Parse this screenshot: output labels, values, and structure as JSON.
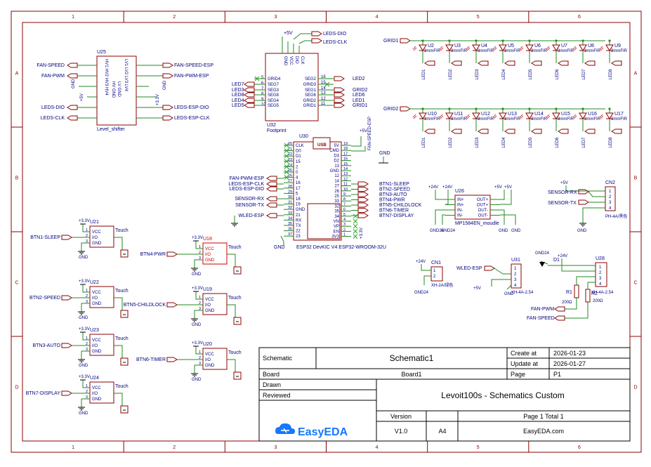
{
  "frame": {
    "col_labels": [
      "1",
      "2",
      "3",
      "4",
      "5",
      "6"
    ],
    "row_labels": [
      "A",
      "B",
      "C",
      "D"
    ]
  },
  "colors": {
    "wire": "#228B22",
    "part": "#8B0000",
    "text": "#000080",
    "frame": "#8B0000",
    "highlight": "#cc0000",
    "title_text": "#000000"
  },
  "title_block": {
    "schematic_label": "Schematic1",
    "row_schematic": "Schematic",
    "board_label": "Board",
    "board_value": "Board1",
    "drawn_label": "Drawn",
    "reviewed_label": "Reviewed",
    "create_label": "Create at",
    "create_value": "2026-01-23",
    "update_label": "Update at",
    "update_value": "2026-01-27",
    "page_label": "Page",
    "page_value": "P1",
    "project_title": "Levoit100s - Schematics Custom",
    "version_label": "Version",
    "version_value": "V1.0",
    "size_value": "A4",
    "page_total": "Page  1  Total  1",
    "logo_text": "EasyEDA",
    "website": "EasyEDA.com"
  },
  "u25": {
    "ref": "U25",
    "name": "Level_shifter",
    "left_nets": [
      "FAN-SPEED",
      "FAN-PWM",
      "LEDS-DIO",
      "LEDS-CLK"
    ],
    "right_nets": [
      "FAN-SPEED-ESP",
      "FAN-PWM-ESP",
      "LEDS-ESP-DIO",
      "LEDS-ESP-CLK"
    ],
    "gnd": "GND",
    "v5": "+5V",
    "v33": "+3.3V",
    "pins_top": "HV1 HV2 HV3 HV4",
    "pins_mid_l": "HV GND",
    "pins_mid_r": "LV GND",
    "pins_lv": "LV1 LV2 LV3 LV4"
  },
  "u32": {
    "ref": "U32",
    "name": "Footprint",
    "top_pins": [
      "GND",
      "VCC",
      "DIO",
      "CLK"
    ],
    "top_nets": [
      "LEDS-DIO",
      "LEDS-CLK"
    ],
    "power": "+5V",
    "left_pins": [
      "GRID4",
      "SEG7",
      "SEG3",
      "SEG8",
      "SEG4",
      "SEG5"
    ],
    "left_nums": [
      "5",
      "6",
      "7",
      "8",
      "9",
      "10"
    ],
    "left_nets": [
      "LED7",
      "LED3",
      "LED8",
      "LED4",
      "LED5"
    ],
    "right_pins": [
      "SEG2",
      "GRID3",
      "SEG1",
      "SEG6",
      "GRID2",
      "GRID1"
    ],
    "right_nums": [
      "16",
      "15",
      "14",
      "13",
      "12",
      "11"
    ],
    "right_nets": [
      "LED2",
      "GRID2",
      "LED6",
      "LED1",
      "GRID1"
    ]
  },
  "leds": {
    "row1_net": "GRID1",
    "row2_net": "GRID2",
    "part": "3mmFIR",
    "row1_refs": [
      "U2",
      "U3",
      "U4",
      "U5",
      "U6",
      "U7",
      "U8",
      "U9"
    ],
    "row2_refs": [
      "U10",
      "U11",
      "U12",
      "U13",
      "U14",
      "U15",
      "U16",
      "U17"
    ],
    "nets": [
      "LED1",
      "LED2",
      "LED3",
      "LED4",
      "LED5",
      "LED6",
      "LED7",
      "LED8"
    ]
  },
  "u30": {
    "ref": "U30",
    "usb": "USB",
    "name": "ESP32 DevKIC V4 ESP32-WROOM-32U",
    "left_pins": [
      "CLK",
      "D0",
      "D1",
      "15",
      "2",
      "0",
      "4",
      "16",
      "17",
      "5",
      "18",
      "19",
      "GND",
      "21",
      "RX",
      "TX",
      "22",
      "23"
    ],
    "left_nums": [
      "20",
      "21",
      "22",
      "23",
      "24",
      "25",
      "26",
      "27",
      "28",
      "29",
      "30",
      "31",
      "32",
      "33",
      "34",
      "35",
      "36",
      "37"
    ],
    "right_pins": [
      "5V",
      "CMD",
      "D3",
      "D2",
      "13",
      "GND",
      "12",
      "14",
      "27",
      "26",
      "25",
      "33",
      "32",
      "35",
      "34",
      "VN",
      "VP",
      "EN",
      "3V3"
    ],
    "right_nums": [
      "19",
      "18",
      "17",
      "16",
      "15",
      "14",
      "13",
      "12",
      "11",
      "10",
      "9",
      "8",
      "7",
      "6",
      "5",
      "4",
      "3",
      "2",
      "1"
    ],
    "left_nets": [
      "FAN-PWM-ESP",
      "LEDS-ESP-CLK",
      "LEDS-ESP-DIO",
      "SENSOR-RX",
      "SENSOR-TX",
      "WLED-ESP"
    ],
    "right_nets": [
      "BTN1-SLEEP",
      "BTN2-SPEED",
      "BTN3-AUTO",
      "BTN4-PWR",
      "BTN5-CHILDLOCK",
      "BTN6-TIMER",
      "BTN7-DISPLAY"
    ],
    "fan_speed_net": "FAN-SPEED-ESP",
    "v5": "+5V",
    "v33": "+3.3V",
    "gnd": "GND"
  },
  "touch": {
    "pins": [
      "VCC",
      "I/O",
      "GND"
    ],
    "label": "Touch",
    "v33": "+3.3V",
    "gnd": "GND",
    "items": [
      {
        "ref": "U21",
        "net": "BTN1-SLEEP"
      },
      {
        "ref": "U22",
        "net": "BTN2-SPEED"
      },
      {
        "ref": "U23",
        "net": "BTN3-AUTO"
      },
      {
        "ref": "U24",
        "net": "BTN7-DISPLAY"
      },
      {
        "ref": "U18",
        "net": "BTN4-PWR"
      },
      {
        "ref": "U19",
        "net": "BTN5-CHILDLOCK"
      },
      {
        "ref": "U20",
        "net": "BTN6-TIMER"
      }
    ]
  },
  "u26": {
    "ref": "U26",
    "name": "MP1584EN_moudle",
    "left_pins": [
      "IN+",
      "IN+",
      "IN-",
      "IN-"
    ],
    "right_pins": [
      "OUT+",
      "OUT+",
      "OUT-",
      "OUT-"
    ],
    "in_power": [
      "+24V",
      "+24V"
    ],
    "out_power": [
      "+5V",
      "+5V"
    ],
    "gnd_left": [
      "GND24",
      "GND24"
    ],
    "gnd_right": [
      "GND",
      "GND"
    ]
  },
  "cn2": {
    "ref": "CN2",
    "name": "PH-4A/黑色",
    "nets": [
      "SENSOR-RX",
      "SENSOR-TX"
    ],
    "v5": "+5V",
    "gnd": "GND",
    "pins": [
      "1",
      "2",
      "3",
      "4"
    ]
  },
  "cn1": {
    "ref": "CN1",
    "name": "XH-2A/绿色",
    "v24": "+24V",
    "gnd": "GND24",
    "pins": [
      "1",
      "2"
    ]
  },
  "u31": {
    "ref": "U31",
    "name": "XH-4A-2.54",
    "net": "WLED-ESP",
    "v5": "+5V",
    "gnd": "GND",
    "pins": [
      "1",
      "2",
      "3",
      "4"
    ]
  },
  "u28": {
    "ref": "U28",
    "name": "XH-4A-2.54",
    "gnd24": "GND24",
    "v24": "+24V",
    "diode": "D1",
    "r1": "R1",
    "r2": "R2",
    "r_value": "200Ω",
    "nets": [
      "FAN-PWM",
      "FAN-SPEED"
    ],
    "pins": [
      "1",
      "2",
      "3",
      "4"
    ]
  }
}
